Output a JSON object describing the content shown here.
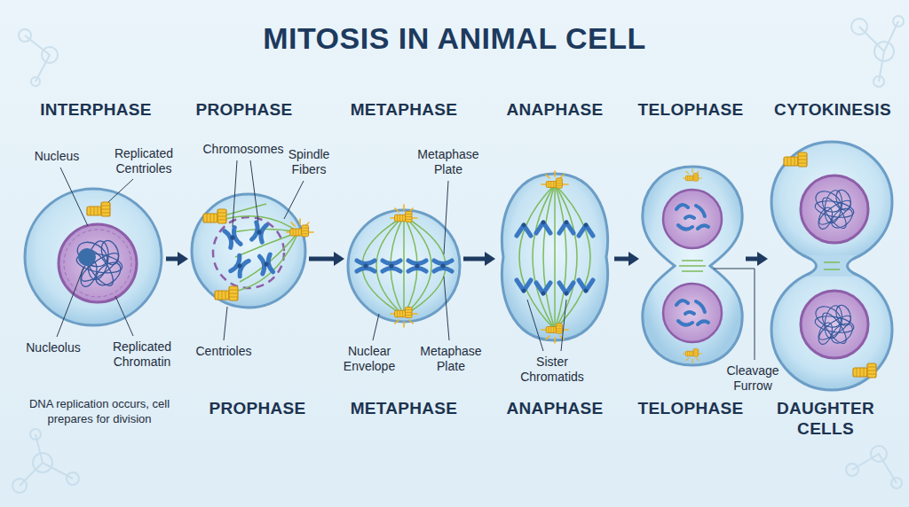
{
  "diagram": {
    "title": "MITOSIS IN ANIMAL CELL",
    "nodes": [
      {
        "text": [
          "INTERPHASE",
          "DNA replication occurs, cell prepares for division"
        ]
      },
      {
        "text": [
          "PROPHASE",
          "PROPHASE"
        ]
      },
      {
        "text": [
          "METAPHASE",
          "METAPHASE"
        ]
      },
      {
        "text": [
          "ANAPHASE",
          "ANAPHASE"
        ]
      },
      {
        "text": [
          "TELOPHASE",
          "TELOPHASE"
        ]
      },
      {
        "text": [
          "CYTOKINESIS",
          "DAUGHTER CELLS"
        ]
      }
    ],
    "edges": [
      {
        "from": 0,
        "to": 1,
        "arrow": "to"
      },
      {
        "from": 1,
        "to": 2,
        "arrow": "to"
      },
      {
        "from": 2,
        "to": 3,
        "arrow": "to"
      },
      {
        "from": 3,
        "to": 4,
        "arrow": "to"
      },
      {
        "from": 4,
        "to": 5,
        "arrow": "to"
      }
    ],
    "labels": [
      "Nucleus",
      "Replicated Centrioles",
      "Nucleolus",
      "Replicated Chromatin",
      "Chromosomes",
      "Spindle Fibers",
      "Centrioles",
      "Metaphase Plate",
      "Nuclear Envelope",
      "Metaphase Plate",
      "Sister Chromatids",
      "Cleavage Furrow"
    ]
  }
}
